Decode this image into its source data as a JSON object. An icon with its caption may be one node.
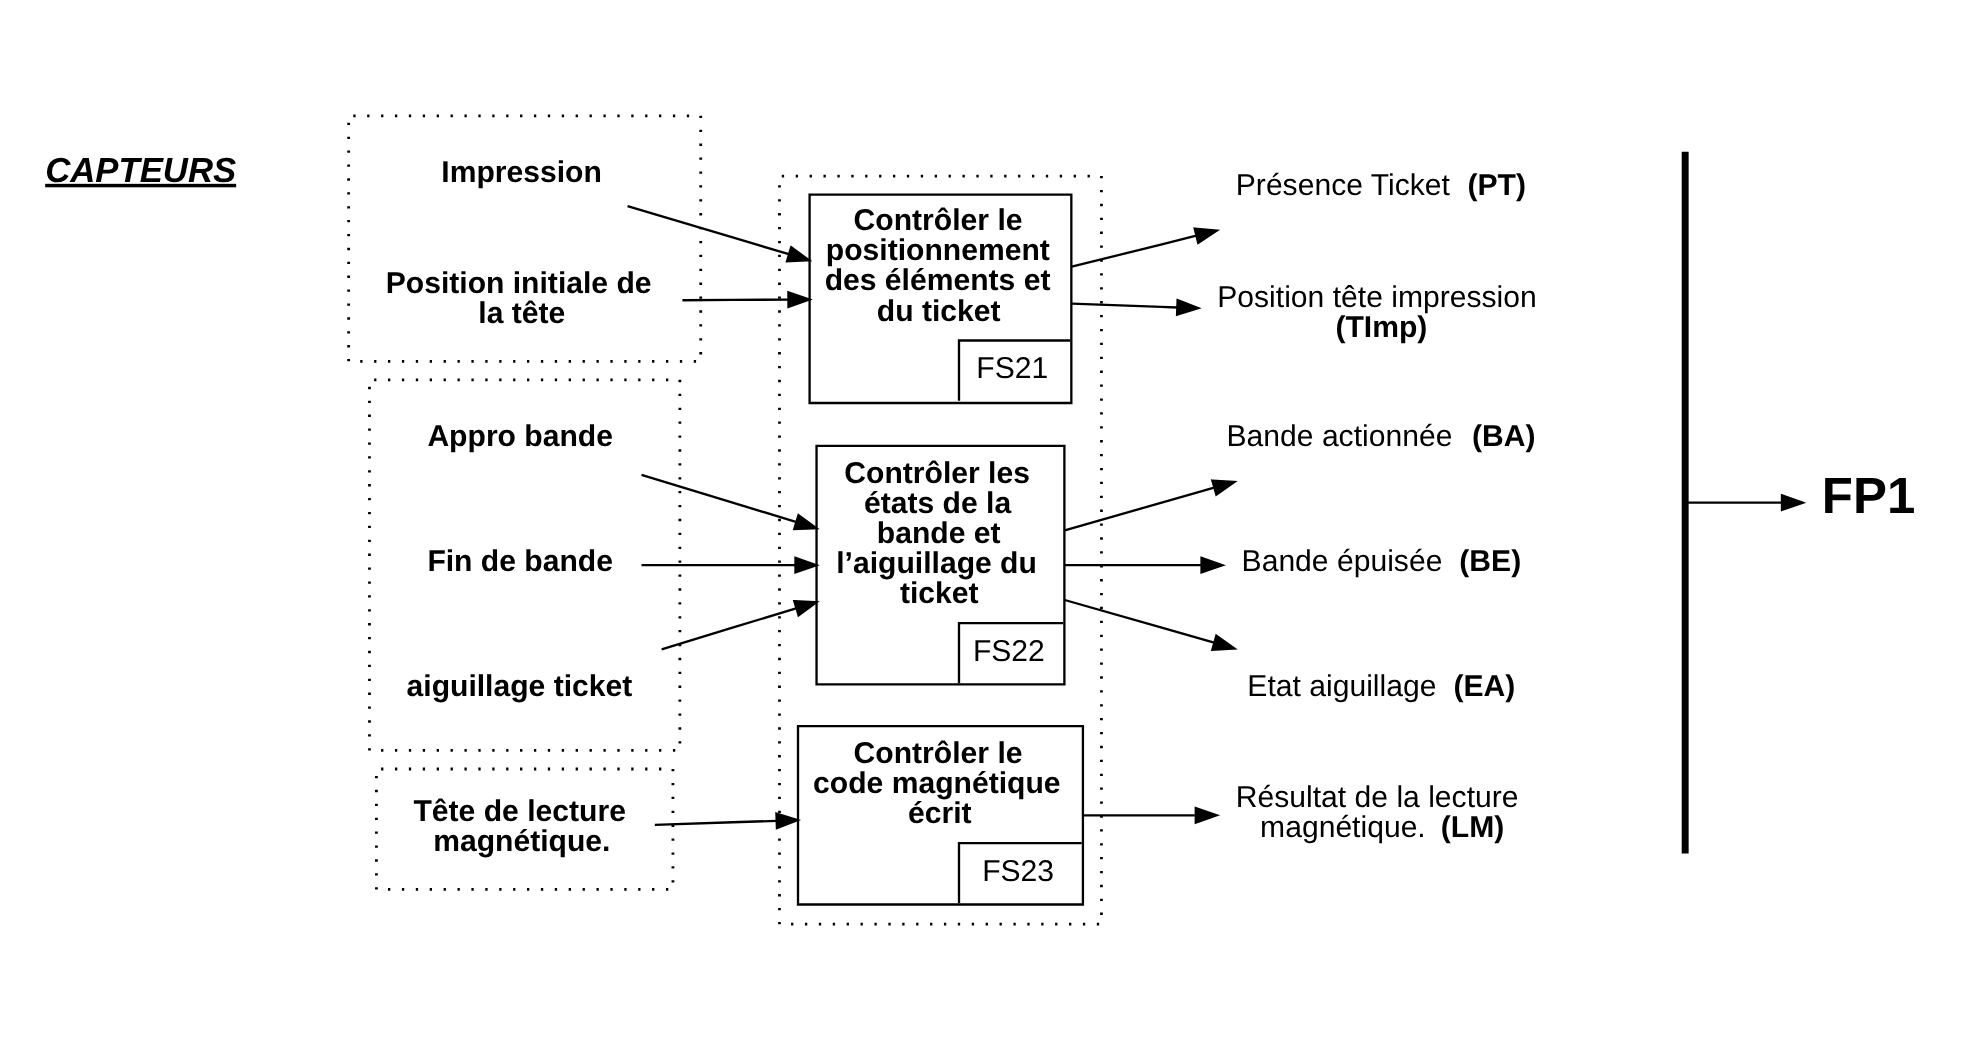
{
  "diagram": {
    "nodes": [
      {
        "text": [],
        "shape": "box"
      },
      {
        "text": [
          "Impression"
        ],
        "in": 0
      },
      {
        "text": [
          "Position initiale de la tête"
        ],
        "in": 0
      },
      {
        "text": [],
        "shape": "box"
      },
      {
        "text": [
          "Appro bande"
        ],
        "in": 3
      },
      {
        "text": [
          "Fin de bande"
        ],
        "in": 3
      },
      {
        "text": [
          "aiguillage ticket"
        ],
        "in": 3
      },
      {
        "text": [],
        "shape": "box"
      },
      {
        "text": [
          "Tête de lecture magnétique."
        ],
        "in": 7
      },
      {
        "text": [],
        "shape": "box"
      },
      {
        "text": [
          "Contrôler le positionnement des éléments et du ticket",
          "FS21"
        ],
        "in": 9
      },
      {
        "text": [
          "Contrôler les états de la bande et l’aiguillage du ticket",
          "FS22"
        ],
        "in": 9
      },
      {
        "text": [
          "Contrôler le code magnétique écrit",
          "FS23"
        ],
        "in": 9
      },
      {
        "text": [
          "Présence Ticket **(PT)**"
        ]
      },
      {
        "text": [
          "Position tête impression **(TImp)**"
        ]
      },
      {
        "text": [
          "Bande actionnée **(BA)**"
        ]
      },
      {
        "text": [
          "Bande épuisée **(BE)**"
        ]
      },
      {
        "text": [
          "Etat aiguillage **(EA)**"
        ]
      },
      {
        "text": [
          "Résultat de la lecture magnétique. **(LM)**"
        ]
      },
      {
        "text": [],
        "shape": "bar"
      },
      {
        "text": [
          "FP1"
        ]
      }
    ],
    "edges": [
      {
        "from": 1,
        "to": 10,
        "arrow": "to"
      },
      {
        "from": 2,
        "to": 10,
        "arrow": "to"
      },
      {
        "from": 4,
        "to": 11,
        "arrow": "to"
      },
      {
        "from": 5,
        "to": 11,
        "arrow": "to"
      },
      {
        "from": 6,
        "to": 11,
        "arrow": "to"
      },
      {
        "from": 8,
        "to": 12,
        "arrow": "to"
      },
      {
        "from": 10,
        "to": 13,
        "arrow": "to"
      },
      {
        "from": 10,
        "to": 14,
        "arrow": "to"
      },
      {
        "from": 11,
        "to": 15,
        "arrow": "to"
      },
      {
        "from": 11,
        "to": 16,
        "arrow": "to"
      },
      {
        "from": 11,
        "to": 17,
        "arrow": "to"
      },
      {
        "from": 12,
        "to": 18,
        "arrow": "to"
      },
      {
        "from": 19,
        "to": 20,
        "arrow": "to"
      }
    ],
    "labels": [
      "CAPTEURS"
    ]
  }
}
